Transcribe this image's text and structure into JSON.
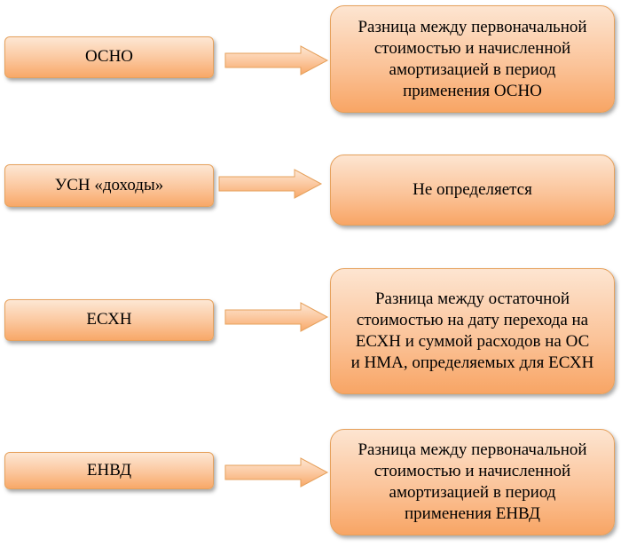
{
  "rows": [
    {
      "regime": "ОСНО",
      "result_lines": [
        "Разница между первоначальной",
        "стоимостью и начисленной",
        "амортизацией в период",
        "применения ОСНО"
      ]
    },
    {
      "regime": "УСН «доходы»",
      "result_lines": [
        "Не определяется"
      ]
    },
    {
      "regime": "ЕСХН",
      "result_lines": [
        "Разница между остаточной",
        "стоимостью на дату перехода на",
        "ЕСХН и суммой расходов на ОС",
        "и НМА, определяемых для ЕСХН"
      ]
    },
    {
      "regime": "ЕНВД",
      "result_lines": [
        "Разница между первоначальной",
        "стоимостью и начисленной",
        "амортизацией в период",
        "применения ЕНВД"
      ]
    }
  ],
  "colors": {
    "box_light": "#fde7d4",
    "box_mid": "#fbc69c",
    "box_dark": "#f8a868",
    "border": "#e6a15c"
  }
}
